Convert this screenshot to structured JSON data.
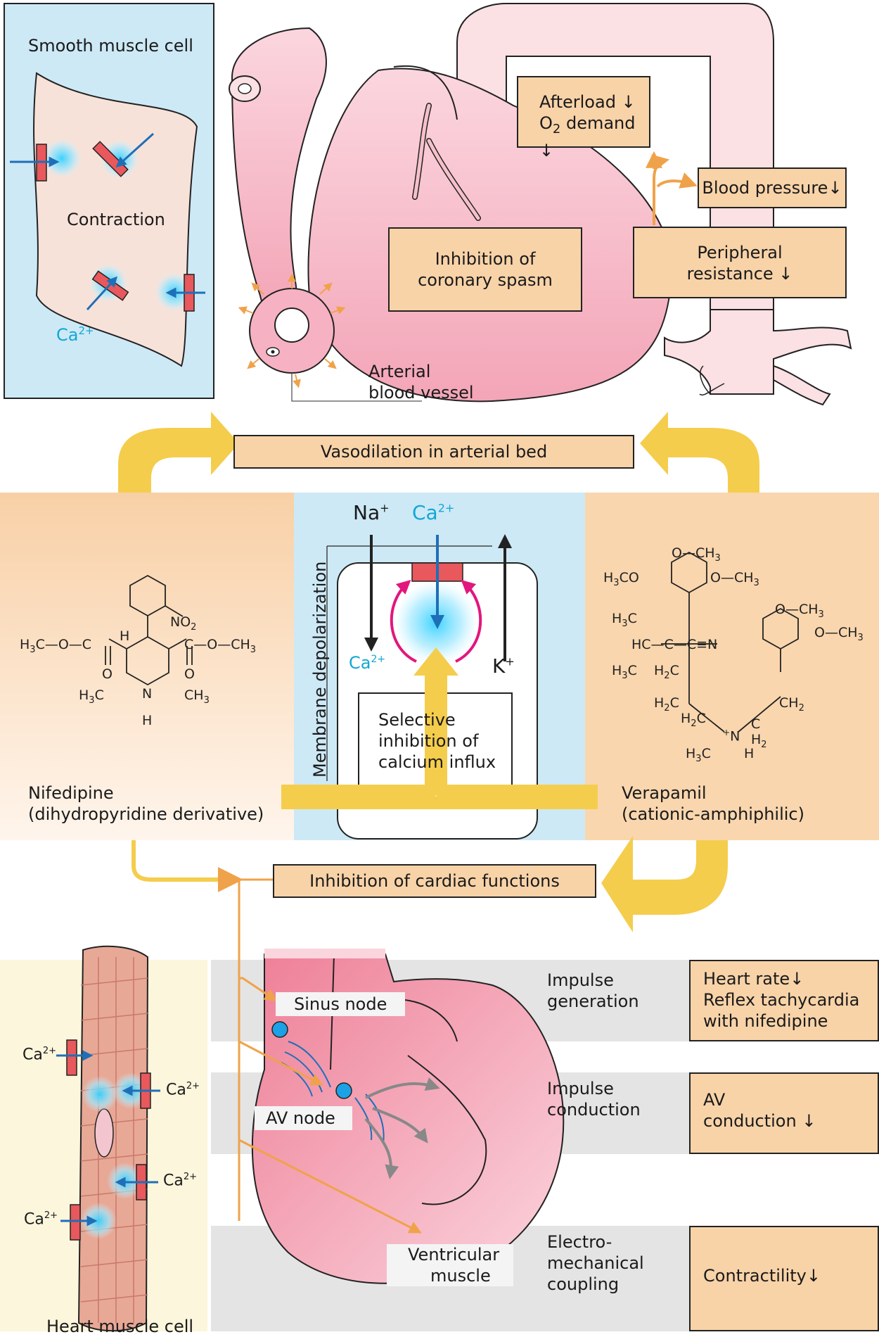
{
  "smooth_muscle": {
    "title": "Smooth muscle cell",
    "contraction": "Contraction",
    "ca_label": "Ca",
    "ca_sup": "2+"
  },
  "vessel": {
    "arterial_label": "Arterial",
    "blood_vessel_label": "blood vessel",
    "afterload": "Afterload",
    "o2_demand_pre": "O",
    "o2_demand_sub": "2",
    "o2_demand_post": " demand",
    "blood_pressure": "Blood pressure",
    "peripheral": "Peripheral",
    "resistance": "resistance",
    "coronary_line1": "Inhibition of",
    "coronary_line2": "coronary spasm"
  },
  "vasodilation": "Vasodilation in arterial bed",
  "channel": {
    "na": "Na",
    "na_sup": "+",
    "ca_top": "Ca",
    "ca_top_sup": "2+",
    "ca_inner": "Ca",
    "ca_inner_sup": "2+",
    "k": "K",
    "k_sup": "+",
    "membrane": "Membrane depolarization",
    "selective_1": "Selective",
    "selective_2": "inhibition of",
    "selective_3": "calcium influx"
  },
  "nifedipine": {
    "name": "Nifedipine",
    "desc": "(dihydropyridine derivative)",
    "no2": "NO",
    "no2_sub": "2",
    "h": "H",
    "h3c_left": "H",
    "left_chain": "C—O—C",
    "right_chain": "C—O—CH",
    "o": "O",
    "n": "N",
    "nh": "H",
    "ch3": "CH",
    "h3c": "H",
    "sub3": "3",
    "c": "C"
  },
  "verapamil": {
    "name": "Verapamil",
    "desc": "(cationic-amphiphilic)",
    "o_ch3": "O—CH",
    "h3co": "H",
    "h3co_rest": "CO",
    "h3c": "H",
    "hc": "HC—C—C≡N",
    "h2c": "H",
    "n_plus": "N",
    "h": "H",
    "ch2": "CH",
    "sub2": "2",
    "sub3": "3",
    "c": "C",
    "plus": "+"
  },
  "inhibition_cardiac": "Inhibition of cardiac functions",
  "heart": {
    "sinus_node": "Sinus node",
    "av_node": "AV node",
    "ventricular_1": "Ventricular",
    "ventricular_2": "muscle",
    "heart_muscle_cell": "Heart muscle cell",
    "ca": "Ca",
    "ca_sup": "2+"
  },
  "rows": [
    {
      "label_1": "Impulse",
      "label_2": "generation",
      "label_3": "",
      "effect_1": "Heart rate",
      "effect_arrow_1": "↓",
      "effect_2": "Reflex tachycardia",
      "effect_3": "with nifedipine"
    },
    {
      "label_1": "Impulse",
      "label_2": "conduction",
      "label_3": "",
      "effect_1": "AV",
      "effect_arrow_1": "",
      "effect_2": "conduction",
      "effect_3": ""
    },
    {
      "label_1": "Electro-",
      "label_2": "mechanical",
      "label_3": "coupling",
      "effect_1": "Contractility",
      "effect_arrow_1": "↓",
      "effect_2": "",
      "effect_3": ""
    }
  ],
  "down_arrow": "↓",
  "colors": {
    "box_fill": "#f8d3a8",
    "light_blue": "#cde9f6",
    "orange_panel": "#f9d6ae",
    "yellow_arrow": "#f5cd4c",
    "pink_vessel": "#f5b9c7",
    "magenta": "#e3167e",
    "ca_blue": "#12a7d6",
    "gray_row": "#e4e4e4",
    "cream": "#fbf6dc"
  }
}
